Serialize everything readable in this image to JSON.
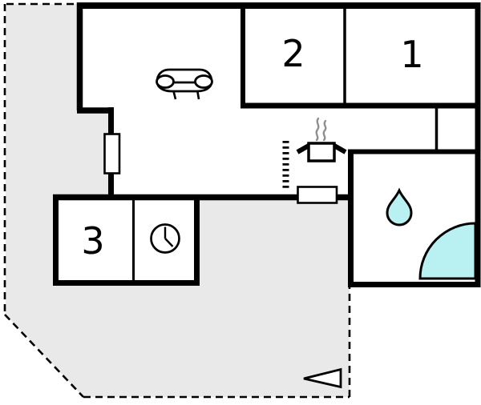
{
  "title": "holiday-home-floor-plan",
  "rooms": [
    {
      "id": "room-1",
      "label": "1"
    },
    {
      "id": "room-2",
      "label": "2"
    },
    {
      "id": "room-3",
      "label": "3"
    }
  ],
  "colors": {
    "terrace": "#e9e9e9",
    "water": "#b9f1f2",
    "wall": "#000000",
    "steam": "#8f8f8f",
    "background": "#ffffff"
  },
  "icons": [
    "sofa-icon",
    "stove-pot-icon",
    "steam-icon",
    "kitchen-dashed-divider",
    "window-icon",
    "water-drop-icon",
    "shower-quarter-circle-icon",
    "clock-icon",
    "entrance-arrow-icon",
    "terrace-dashed-boundary"
  ]
}
